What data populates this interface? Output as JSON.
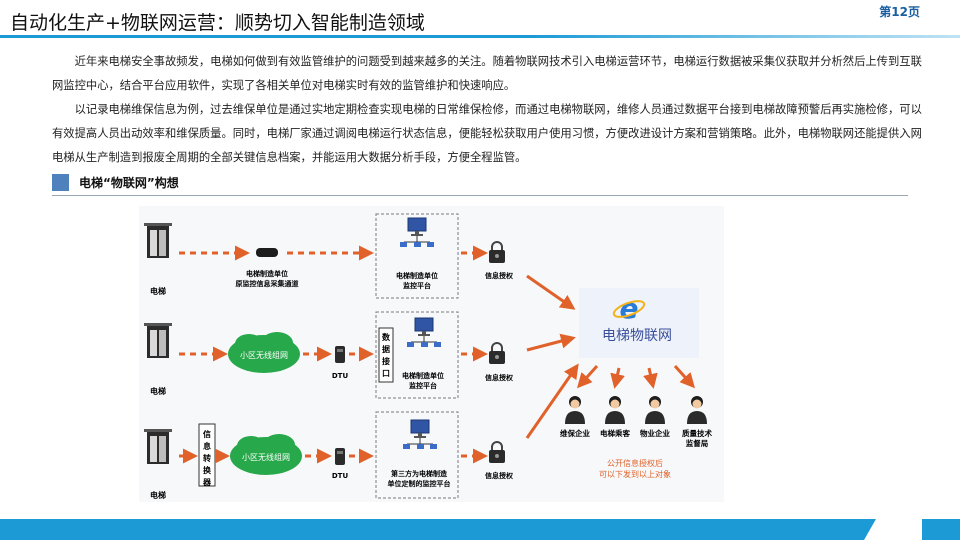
{
  "header": {
    "title": "自动化生产+物联网运营：顺势切入智能制造领域"
  },
  "body": {
    "paragraph1": "近年来电梯安全事故频发，电梯如何做到有效监管维护的问题受到越来越多的关注。随着物联网技术引入电梯运营环节，电梯运行数据被采集仪获取并分析然后上传到互联网监控中心，结合平台应用软件，实现了各相关单位对电梯实时有效的监管维护和快速响应。",
    "paragraph2": "以记录电梯维保信息为例，过去维保单位是通过实地定期检查实现电梯的日常维保检修，而通过电梯物联网，维修人员通过数据平台接到电梯故障预警后再实施检修，可以有效提高人员出动效率和维保质量。同时，电梯厂家通过调阅电梯运行状态信息，便能轻松获取用户使用习惯，方便改进设计方案和营销策略。此外，电梯物联网还能提供入网电梯从生产制造到报废全周期的全部关键信息档案，并能运用大数据分析手段，方便全程监管。"
  },
  "section": {
    "title": "电梯“物联网”构想"
  },
  "diagram": {
    "elevator_label": "电梯",
    "row1_channel_line1": "电梯制造单位",
    "row1_channel_line2": "原监控信息采集通道",
    "platform_line1": "电梯制造单位",
    "platform_line2": "监控平台",
    "auth_label": "信息授权",
    "cloud_label": "小区无线组网",
    "dtu_label": "DTU",
    "data_interface": [
      "数",
      "据",
      "接",
      "口"
    ],
    "info_converter": [
      "信",
      "息",
      "转",
      "换",
      "器"
    ],
    "third_party_line1": "第三方为电梯制造",
    "third_party_line2": "单位定制的监控平台",
    "hub_label": "电梯物联网",
    "ie_letter": "e",
    "stakeholders": [
      "维保企业",
      "电梯乘客",
      "物业企业",
      "质量技术"
    ],
    "stakeholder_4_line2": "监督局",
    "public_note_line1": "公开信息授权后",
    "public_note_line2": "可以下发到以上对象",
    "colors": {
      "arrow": "#e0622a",
      "cloud": "#27a84a",
      "hub_text": "#3a4f9c",
      "note": "#e0622a"
    }
  },
  "footer": {
    "page": "第12页"
  }
}
